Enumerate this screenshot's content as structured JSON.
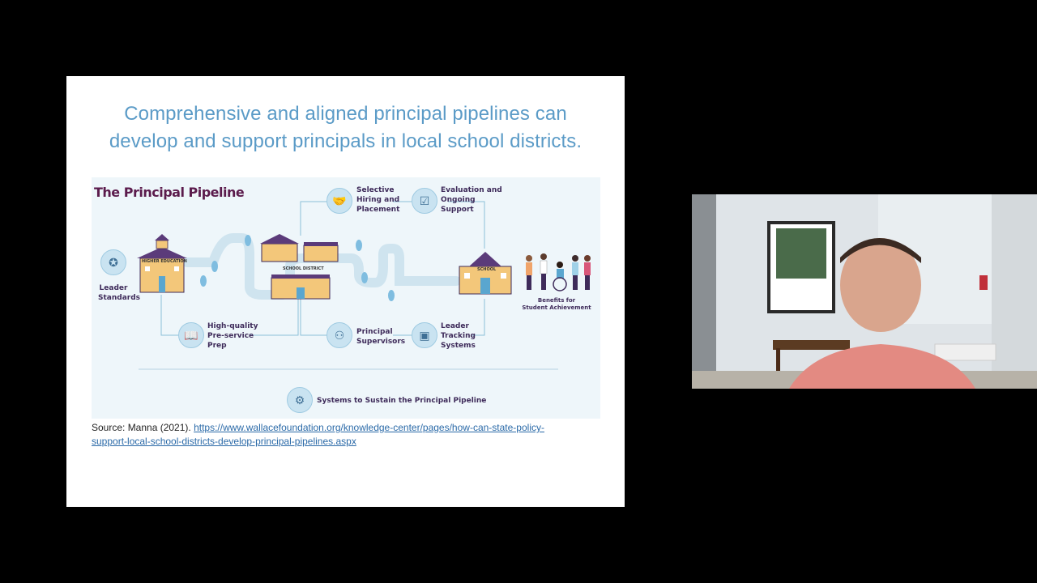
{
  "slide": {
    "title_line1": "Comprehensive and aligned principal pipelines can",
    "title_line2": "develop and support principals in local school districts."
  },
  "figure": {
    "title": "The Principal Pipeline",
    "nodes": {
      "leader_standards": [
        "Leader",
        "Standards"
      ],
      "selective_hiring": [
        "Selective",
        "Hiring and",
        "Placement"
      ],
      "evaluation": [
        "Evaluation and",
        "Ongoing",
        "Support"
      ],
      "preservice": [
        "High-quality",
        "Pre-service",
        "Prep"
      ],
      "supervisors": [
        "Principal",
        "Supervisors"
      ],
      "tracking": [
        "Leader",
        "Tracking",
        "Systems"
      ],
      "benefits": [
        "Benefits for",
        "Student Achievement"
      ],
      "sustain": "Systems to Sustain the Principal Pipeline"
    },
    "building_labels": {
      "higher_ed": "HIGHER EDUCATION",
      "district": "SCHOOL DISTRICT",
      "school": "SCHOOL"
    }
  },
  "source": {
    "prefix": "Source: Manna (2021). ",
    "link_line1": "https://www.wallacefoundation.org/knowledge-center/pages/how-can-state-policy-",
    "link_line2": "support-local-school-districts-develop-principal-pipelines.aspx"
  },
  "colors": {
    "background": "#000000",
    "slide_title": "#5b9bc7",
    "figure_title": "#5b1b4c",
    "link": "#2b6aa8"
  }
}
